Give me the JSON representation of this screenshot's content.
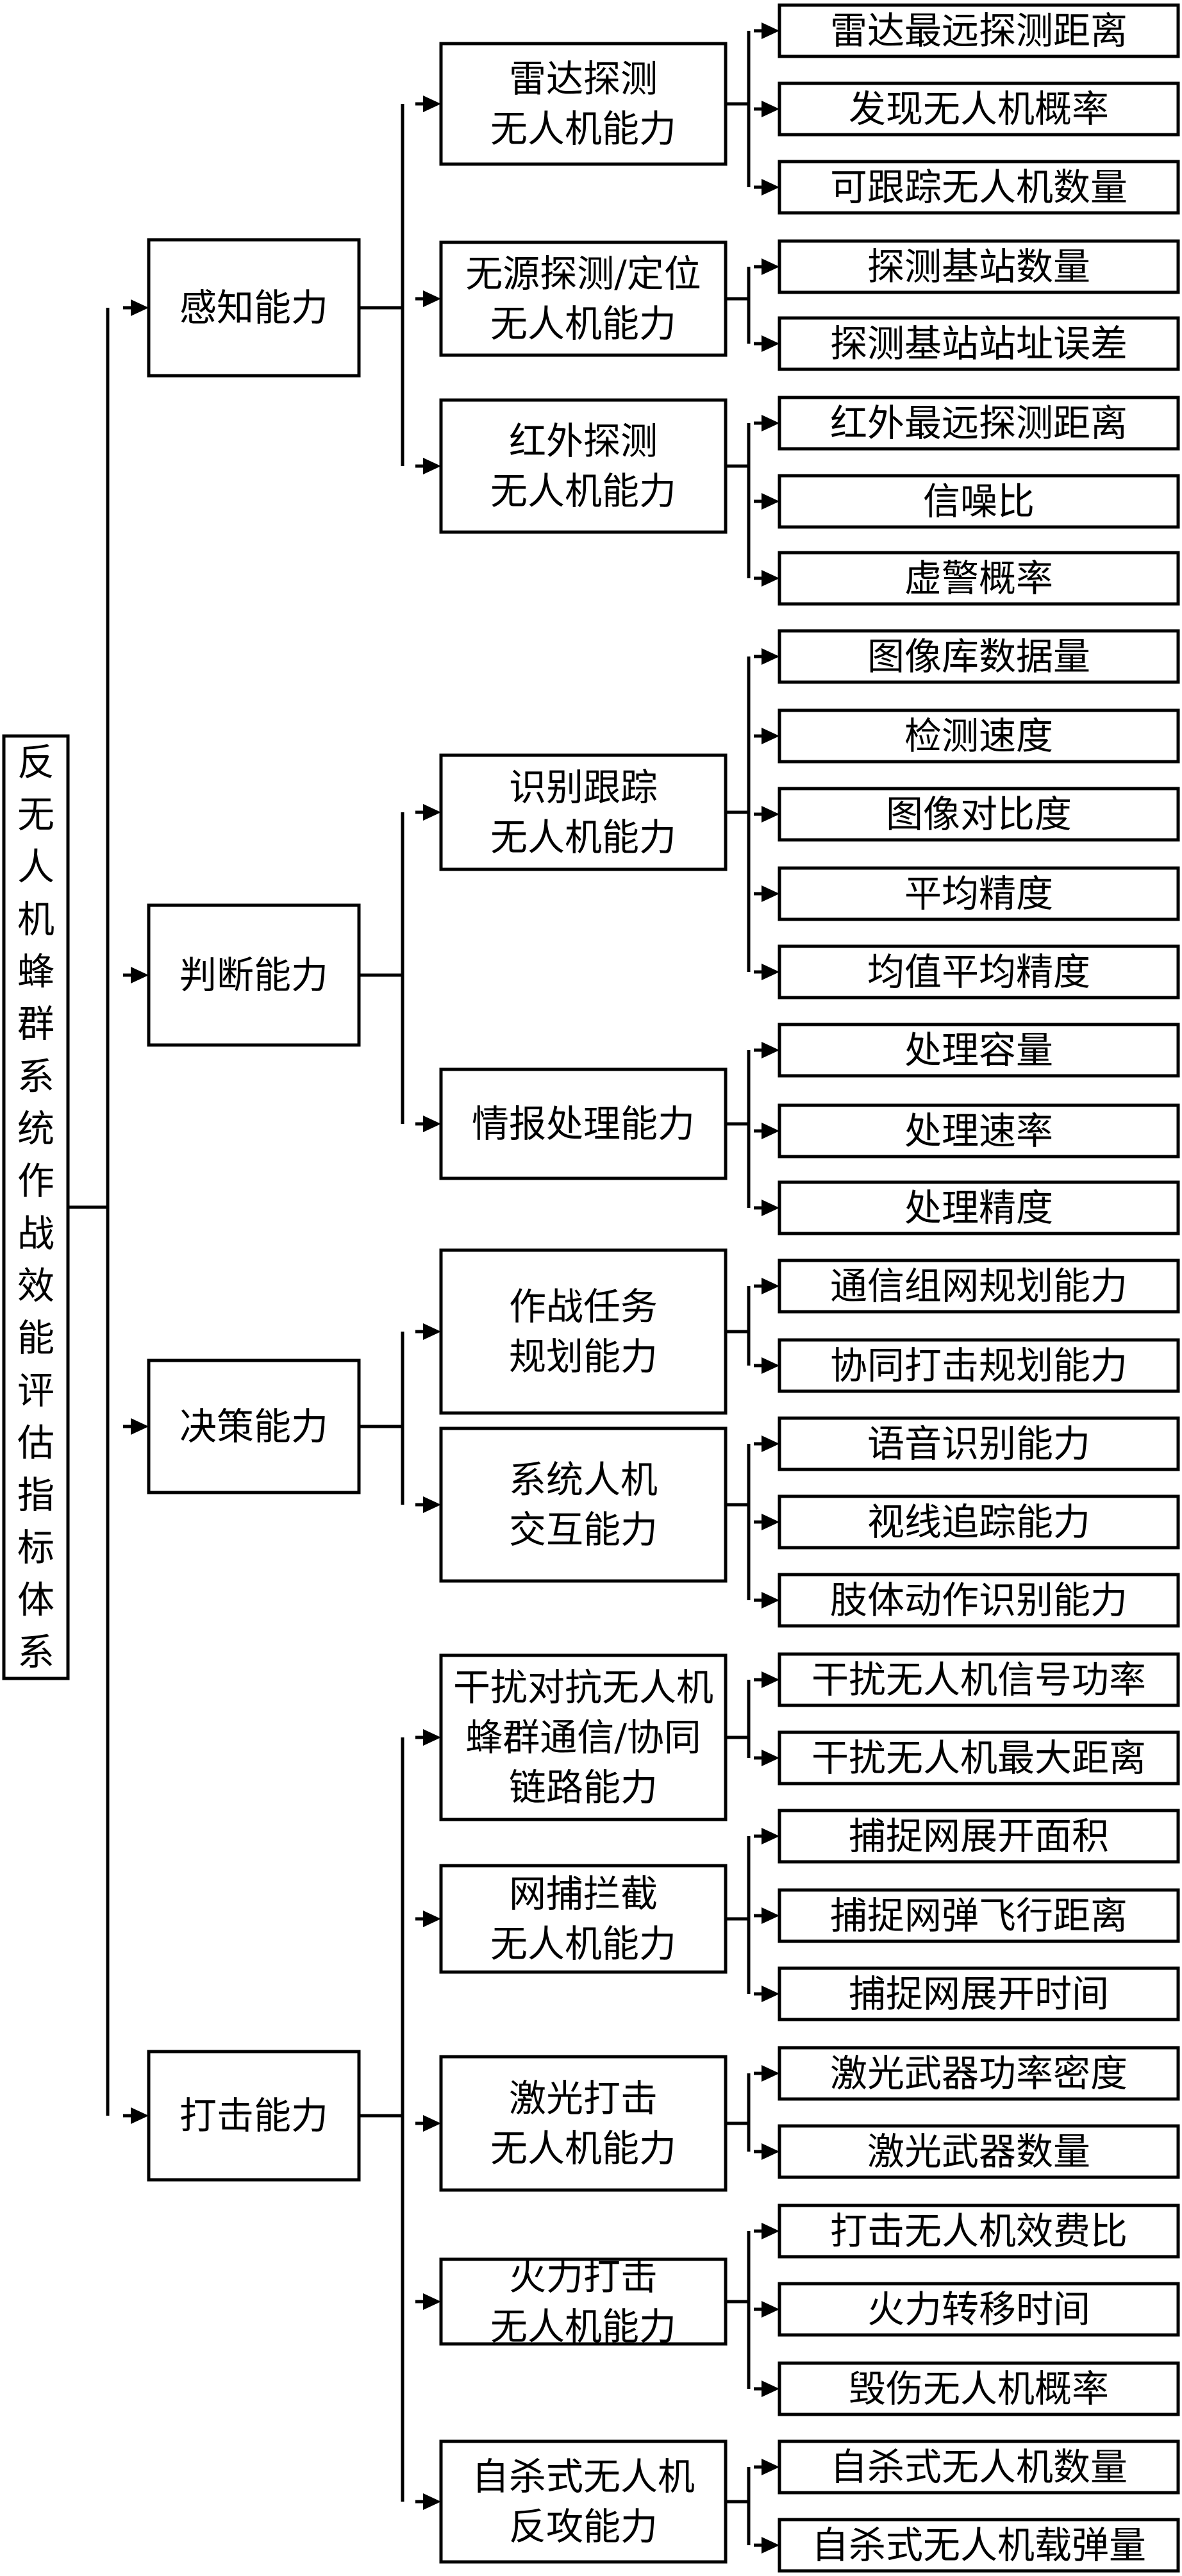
{
  "root": {
    "label": "反无人机蜂群系统作战效能评估指标体系"
  },
  "categories": [
    {
      "label": "感知能力",
      "subs": [
        {
          "lines": [
            "雷达探测",
            "无人机能力"
          ],
          "leaves": [
            "雷达最远探测距离",
            "发现无人机概率",
            "可跟踪无人机数量"
          ]
        },
        {
          "lines": [
            "无源探测/定位",
            "无人机能力"
          ],
          "leaves": [
            "探测基站数量",
            "探测基站站址误差"
          ]
        },
        {
          "lines": [
            "红外探测",
            "无人机能力"
          ],
          "leaves": [
            "红外最远探测距离",
            "信噪比",
            "虚警概率"
          ]
        }
      ]
    },
    {
      "label": "判断能力",
      "subs": [
        {
          "lines": [
            "识别跟踪",
            "无人机能力"
          ],
          "leaves": [
            "图像库数据量",
            "检测速度",
            "图像对比度",
            "平均精度",
            "均值平均精度"
          ]
        },
        {
          "lines": [
            "情报处理能力"
          ],
          "leaves": [
            "处理容量",
            "处理速率",
            "处理精度"
          ]
        }
      ]
    },
    {
      "label": "决策能力",
      "subs": [
        {
          "lines": [
            "作战任务",
            "规划能力"
          ],
          "leaves": [
            "通信组网规划能力",
            "协同打击规划能力"
          ]
        },
        {
          "lines": [
            "系统人机",
            "交互能力"
          ],
          "leaves": [
            "语音识别能力",
            "视线追踪能力",
            "肢体动作识别能力"
          ]
        }
      ]
    },
    {
      "label": "打击能力",
      "subs": [
        {
          "lines": [
            "干扰对抗无人机",
            "蜂群通信/协同",
            "链路能力"
          ],
          "leaves": [
            "干扰无人机信号功率",
            "干扰无人机最大距离"
          ]
        },
        {
          "lines": [
            "网捕拦截",
            "无人机能力"
          ],
          "leaves": [
            "捕捉网展开面积",
            "捕捉网弹飞行距离",
            "捕捉网展开时间"
          ]
        },
        {
          "lines": [
            "激光打击",
            "无人机能力"
          ],
          "leaves": [
            "激光武器功率密度",
            "激光武器数量"
          ]
        },
        {
          "lines": [
            "火力打击",
            "无人机能力"
          ],
          "leaves": [
            "打击无人机效费比",
            "火力转移时间",
            "毁伤无人机概率"
          ]
        },
        {
          "lines": [
            "自杀式无人机",
            "反攻能力"
          ],
          "leaves": [
            "自杀式无人机数量",
            "自杀式无人机载弹量"
          ]
        }
      ]
    }
  ]
}
